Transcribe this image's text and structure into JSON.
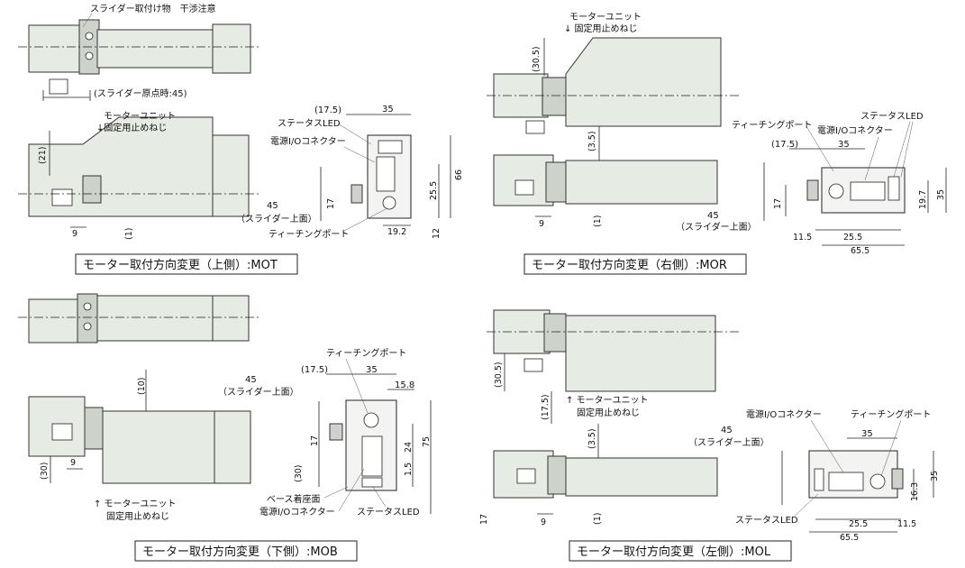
{
  "views": {
    "mot": {
      "caption": "モーター取付方向変更（上側）:MOT",
      "note_slider": "スライダー取付け物　干渉注意",
      "note_origin": "(スライダー原点時:45)",
      "note_motor_unit_1": "モーターユニット",
      "note_motor_unit_2": "↓固定用止めねじ",
      "dim_21": "(21)",
      "dim_9": "9",
      "dim_1": "(1)",
      "dim_17_5": "(17.5)",
      "dim_35": "35",
      "label_status_led": "ステータスLED",
      "label_power_io": "電源I/Oコネクター",
      "dim_66": "66",
      "dim_25_5": "25.5",
      "dim_45": "45",
      "label_slider_top": "（スライダー上面）",
      "dim_17": "17",
      "label_teaching_port": "ティーチングポート",
      "dim_19_2": "19.2",
      "dim_12": "12"
    },
    "mor": {
      "caption": "モーター取付方向変更（右側）:MOR",
      "note_motor_unit_1": "モーターユニット",
      "note_motor_unit_2": "↓ 固定用止めねじ",
      "dim_30_5": "(30.5)",
      "dim_3_5": "(3.5)",
      "dim_9": "9",
      "dim_1": "(1)",
      "label_teaching_port": "ティーチングポート",
      "label_status_led": "ステータスLED",
      "label_power_io": "電源I/Oコネクター",
      "dim_17_5": "(17.5)",
      "dim_35_top": "35",
      "dim_45": "45",
      "label_slider_top": "（スライダー上面）",
      "dim_17": "17",
      "dim_19_7": "19.7",
      "dim_35_side": "35",
      "dim_11_5": "11.5",
      "dim_25_5": "25.5",
      "dim_65_5": "65.5"
    },
    "mob": {
      "caption": "モーター取付方向変更（下側）:MOB",
      "dim_10": "(10)",
      "dim_30": "(30)",
      "dim_9": "9",
      "note_motor_unit_1": "↑ モーターユニット",
      "note_motor_unit_2": "固定用止めねじ",
      "dim_45": "45",
      "label_slider_top": "（スライダー上面）",
      "label_teaching_port": "ティーチングポート",
      "dim_17_5": "(17.5)",
      "dim_35": "35",
      "dim_15_8": "15.8",
      "dim_17": "17",
      "dim_30_side": "(30)",
      "dim_24": "24",
      "dim_1_5": "1.5",
      "dim_75": "75",
      "label_base_mount": "ベース着座面",
      "label_power_io": "電源I/Oコネクター",
      "label_status_led": "ステータスLED"
    },
    "mol": {
      "caption": "モーター取付方向変更（左側）:MOL",
      "dim_30_5": "(30.5)",
      "dim_17_5": "(17.5)",
      "note_motor_unit_1": "↑ モーターユニット",
      "note_motor_unit_2": "固定用止めねじ",
      "dim_3_5": "(3.5)",
      "dim_9": "9",
      "dim_1": "(1)",
      "dim_17": "17",
      "dim_45": "45",
      "label_slider_top": "（スライダー上面）",
      "label_power_io": "電源I/Oコネクター",
      "label_teaching_port": "ティーチングポート",
      "dim_35": "35",
      "dim_16_3": "16.3",
      "dim_35_side": "35",
      "label_status_led": "ステータスLED",
      "dim_25_5": "25.5",
      "dim_11_5": "11.5",
      "dim_65_5": "65.5"
    }
  }
}
